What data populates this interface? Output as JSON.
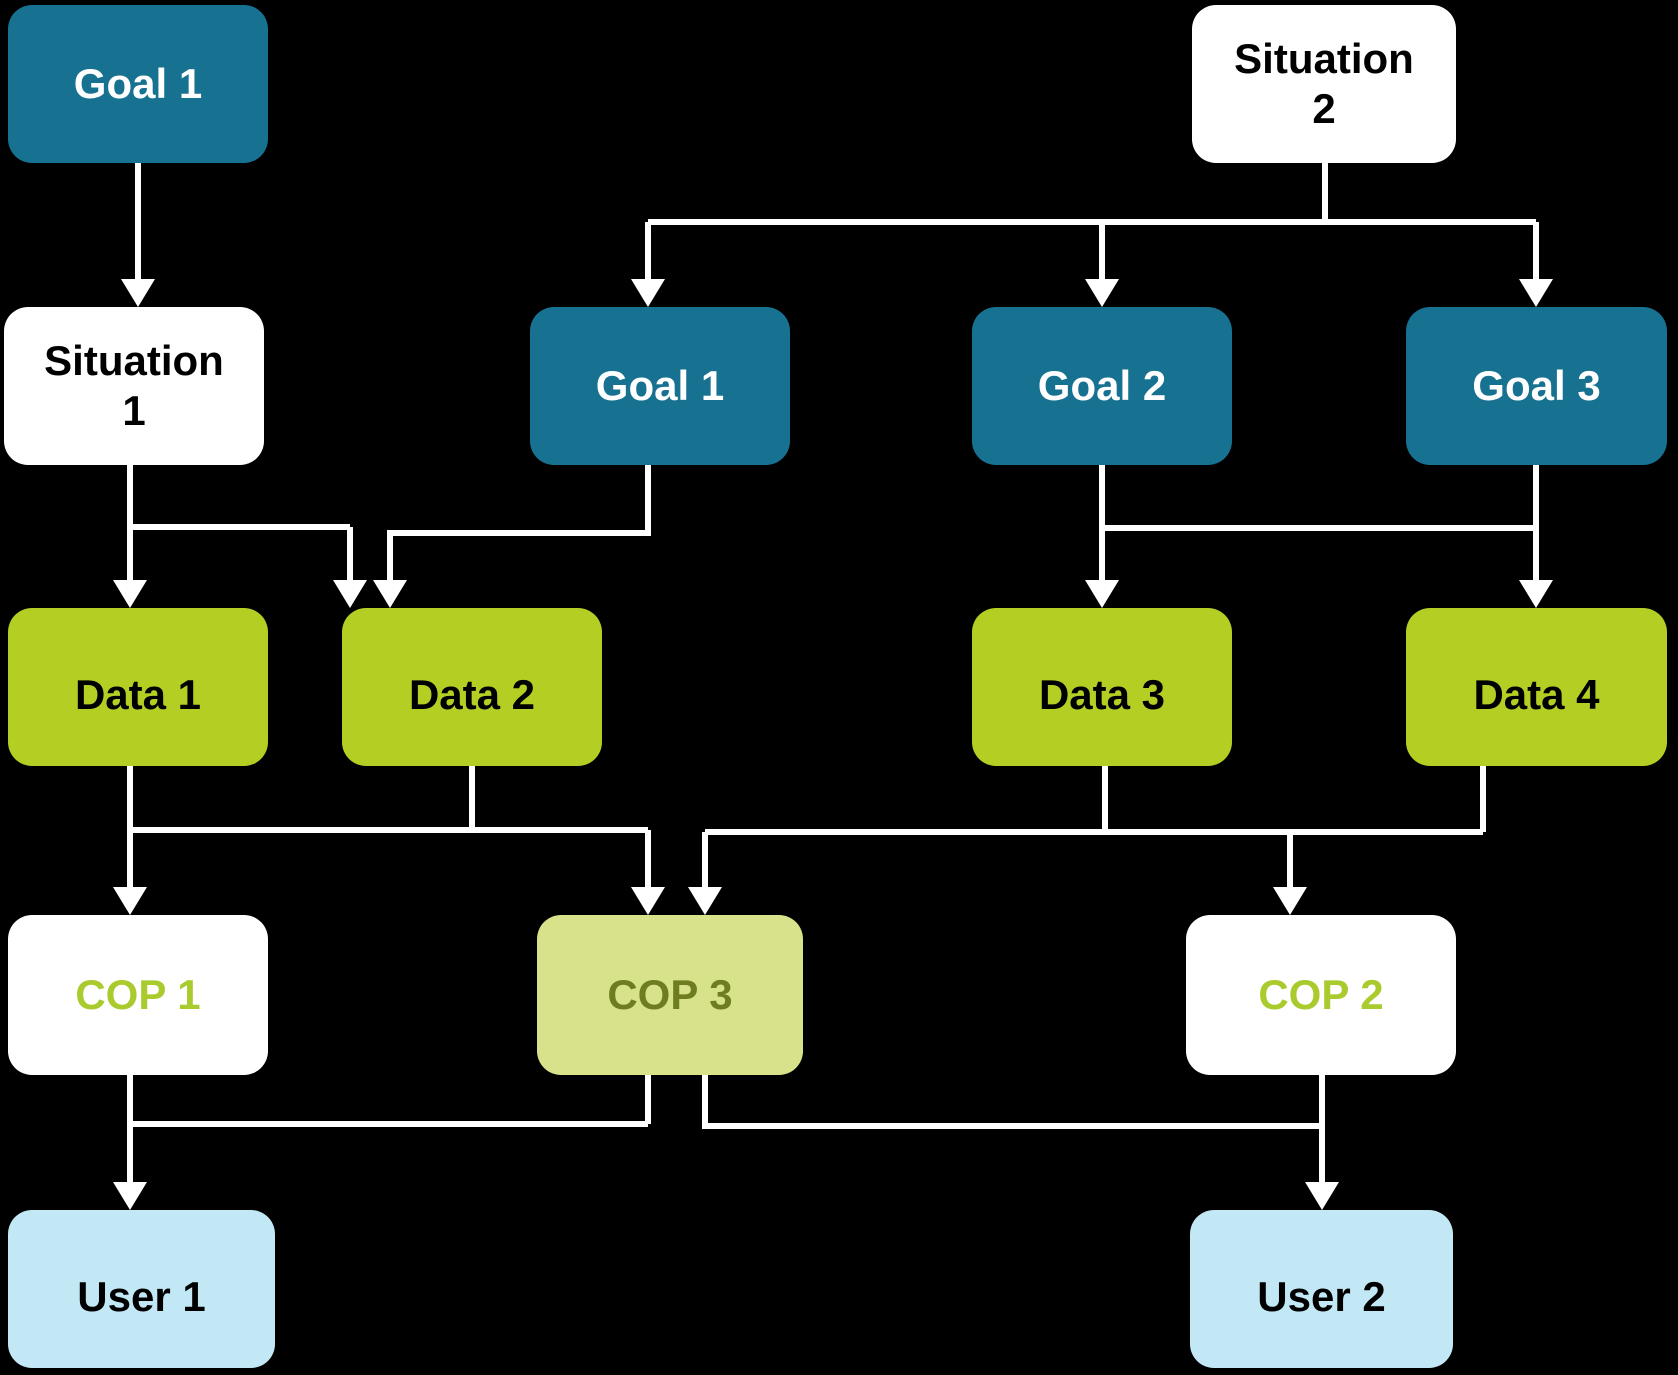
{
  "diagram": {
    "background": "#000000",
    "nodes": {
      "goal1_top": {
        "label": "Goal 1",
        "type": "goal"
      },
      "situation2": {
        "label": "Situation",
        "label2": "2",
        "type": "situation"
      },
      "situation1": {
        "label": "Situation",
        "label2": "1",
        "type": "situation"
      },
      "goal1": {
        "label": "Goal 1",
        "type": "goal"
      },
      "goal2": {
        "label": "Goal 2",
        "type": "goal"
      },
      "goal3": {
        "label": "Goal 3",
        "type": "goal"
      },
      "data1": {
        "label": "Data 1",
        "type": "data"
      },
      "data2": {
        "label": "Data 2",
        "type": "data"
      },
      "data3": {
        "label": "Data 3",
        "type": "data"
      },
      "data4": {
        "label": "Data 4",
        "type": "data"
      },
      "cop1": {
        "label": "COP 1",
        "type": "cop-white"
      },
      "cop3": {
        "label": "COP 3",
        "type": "cop-green"
      },
      "cop2": {
        "label": "COP 2",
        "type": "cop-white"
      },
      "user1": {
        "label": "User 1",
        "type": "user"
      },
      "user2": {
        "label": "User 2",
        "type": "user"
      }
    },
    "colors": {
      "background": "#000000",
      "goal_fill": "#177190",
      "goal_text": "#FFFFFF",
      "situation_fill": "#FFFFFF",
      "situation_text": "#000000",
      "data_fill": "#B4CE23",
      "data_text": "#000000",
      "cop_white_fill": "#FFFFFF",
      "cop_white_text": "#A9CB2D",
      "cop_green_fill": "#D7E28B",
      "cop_green_text": "#6F7D21",
      "user_fill": "#C2E8F6",
      "user_text": "#000000",
      "connector": "#FFFFFF"
    },
    "connections": [
      {
        "from": "Goal 1 (top)",
        "to": "Situation 1"
      },
      {
        "from": "Situation 2",
        "to": "Goal 1"
      },
      {
        "from": "Situation 2",
        "to": "Goal 2"
      },
      {
        "from": "Situation 2",
        "to": "Goal 3"
      },
      {
        "from": "Situation 1",
        "to": "Data 1"
      },
      {
        "from": "Situation 1",
        "to": "Data 2"
      },
      {
        "from": "Goal 1",
        "to": "Data 2"
      },
      {
        "from": "Goal 2",
        "to": "Data 3"
      },
      {
        "from": "Goal 3",
        "to": "Data 4"
      },
      {
        "from": "Data 1",
        "to": "COP 1"
      },
      {
        "from": "Data 1",
        "to": "COP 3"
      },
      {
        "from": "Data 2",
        "to": "COP 3"
      },
      {
        "from": "Data 3",
        "to": "COP 3"
      },
      {
        "from": "Data 3",
        "to": "COP 2"
      },
      {
        "from": "Data 4",
        "to": "COP 2"
      },
      {
        "from": "COP 1",
        "to": "User 1"
      },
      {
        "from": "COP 3",
        "to": "User 1"
      },
      {
        "from": "COP 3",
        "to": "User 2"
      },
      {
        "from": "COP 2",
        "to": "User 2"
      }
    ]
  }
}
